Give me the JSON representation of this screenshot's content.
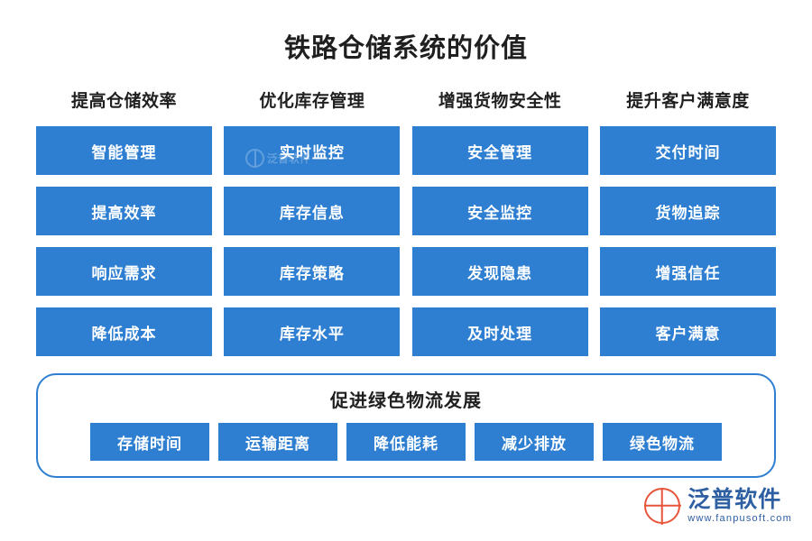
{
  "title": "铁路仓储系统的价值",
  "columns": [
    {
      "heading": "提高仓储效率",
      "cells": [
        "智能管理",
        "提高效率",
        "响应需求",
        "降低成本"
      ]
    },
    {
      "heading": "优化库存管理",
      "cells": [
        "实时监控",
        "库存信息",
        "库存策略",
        "库存水平"
      ]
    },
    {
      "heading": "增强货物安全性",
      "cells": [
        "安全管理",
        "安全监控",
        "发现隐患",
        "及时处理"
      ]
    },
    {
      "heading": "提升客户满意度",
      "cells": [
        "交付时间",
        "货物追踪",
        "增强信任",
        "客户满意"
      ]
    }
  ],
  "bottom": {
    "heading": "促进绿色物流发展",
    "chips": [
      "存储时间",
      "运输距离",
      "降低能耗",
      "减少排放",
      "绿色物流"
    ]
  },
  "watermark": {
    "text": "泛普软件",
    "icon": "globe-icon"
  },
  "brand": {
    "name": "泛普软件",
    "url": "www.fanpusoft.com",
    "icon": "globe-icon"
  },
  "colors": {
    "accent": "#2e7fd1",
    "brand_blue": "#2e5fa3",
    "brand_orange": "#e8553b",
    "text": "#1f1f1f"
  }
}
